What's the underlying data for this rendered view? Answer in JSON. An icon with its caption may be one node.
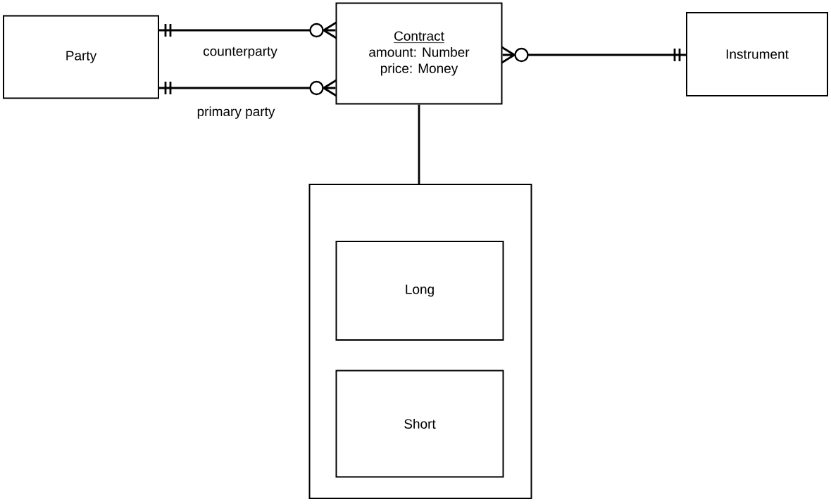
{
  "diagram": {
    "nodes": [
      {
        "text": [
          "Party"
        ]
      },
      {
        "text": [
          "Contract",
          "amount: Number",
          "price: Money"
        ]
      },
      {
        "text": [
          "Instrument"
        ]
      },
      {
        "text": [],
        "shape": "box"
      },
      {
        "text": [
          "Long"
        ],
        "in": 3
      },
      {
        "text": [
          "Short"
        ],
        "in": 3
      }
    ],
    "edges": [
      {
        "from": 0,
        "to": 1,
        "arrow": "other",
        "label": "counterparty"
      },
      {
        "from": 0,
        "to": 1,
        "arrow": "other",
        "label": "primary party"
      },
      {
        "from": 2,
        "to": 1,
        "arrow": "other"
      },
      {
        "from": 1,
        "to": 3,
        "arrow": "none"
      }
    ]
  }
}
